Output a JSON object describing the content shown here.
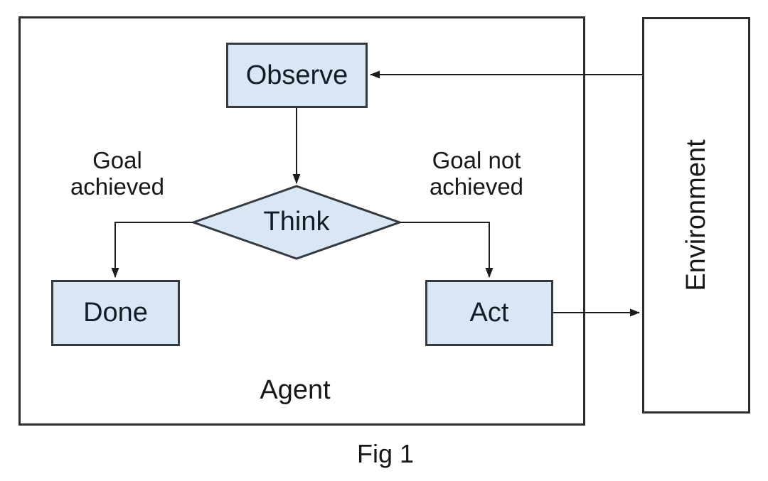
{
  "figure": {
    "caption": "Fig 1"
  },
  "diagram": {
    "type": "flowchart",
    "agent": {
      "label": "Agent"
    },
    "environment": {
      "label": "Environment"
    },
    "nodes": {
      "observe": "Observe",
      "think": "Think",
      "done": "Done",
      "act": "Act"
    },
    "edges": [
      {
        "from": "Observe",
        "to": "Think",
        "label": ""
      },
      {
        "from": "Think",
        "to": "Done",
        "label": "Goal achieved"
      },
      {
        "from": "Think",
        "to": "Act",
        "label": "Goal not achieved"
      },
      {
        "from": "Act",
        "to": "Environment",
        "label": ""
      },
      {
        "from": "Environment",
        "to": "Observe",
        "label": ""
      }
    ]
  },
  "colors": {
    "node_fill": "#d9e7f5",
    "node_border": "#343a40",
    "frame_border": "#2d2d2d",
    "line": "#1c1c1c",
    "text": "#151515",
    "background": "#ffffff"
  }
}
